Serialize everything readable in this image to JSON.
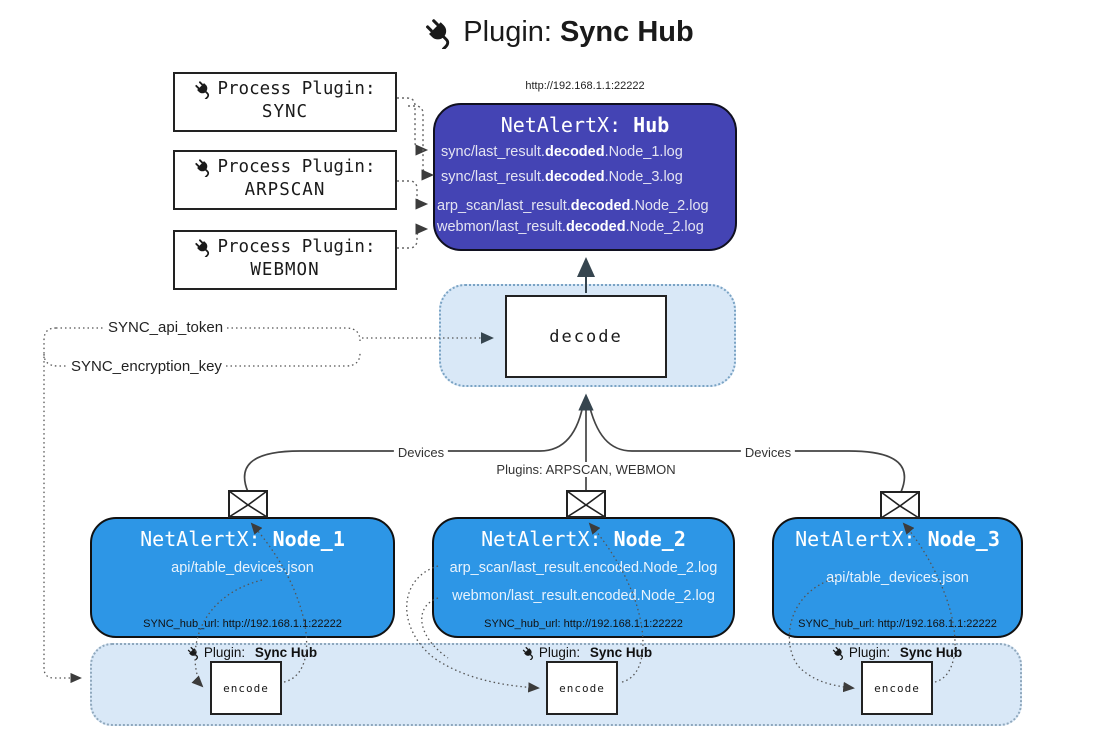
{
  "title": {
    "prefix": "Plugin:",
    "name": "Sync Hub"
  },
  "process_plugins": [
    {
      "label": "Process Plugin:",
      "name": "SYNC"
    },
    {
      "label": "Process Plugin:",
      "name": "ARPSCAN"
    },
    {
      "label": "Process Plugin:",
      "name": "WEBMON"
    }
  ],
  "hub": {
    "url": "http://192.168.1.1:22222",
    "title_prefix": "NetAlertX:",
    "title_name": "Hub",
    "files": [
      {
        "pre": "sync/last_result.",
        "mid": "decoded",
        "post": ".Node_1.log"
      },
      {
        "pre": "sync/last_result.",
        "mid": "decoded",
        "post": ".Node_3.log"
      },
      {
        "pre": "arp_scan/last_result.",
        "mid": "decoded",
        "post": ".Node_2.log"
      },
      {
        "pre": "webmon/last_result.",
        "mid": "decoded",
        "post": ".Node_2.log"
      }
    ]
  },
  "decode": {
    "label": "decode"
  },
  "config": {
    "api_token_label": "SYNC_api_token",
    "encryption_key_label": "SYNC_encryption_key"
  },
  "edges": {
    "devices_left": "Devices",
    "plugins_mid": "Plugins: ARPSCAN, WEBMON",
    "devices_right": "Devices"
  },
  "nodes": [
    {
      "title_prefix": "NetAlertX:",
      "title_name": "Node_1",
      "files": [
        "api/table_devices.json"
      ],
      "hub_url": "SYNC_hub_url: http://192.168.1.1:22222"
    },
    {
      "title_prefix": "NetAlertX:",
      "title_name": "Node_2",
      "files": [
        "arp_scan/last_result.encoded.Node_2.log",
        "webmon/last_result.encoded.Node_2.log"
      ],
      "hub_url": "SYNC_hub_url: http://192.168.1.1:22222"
    },
    {
      "title_prefix": "NetAlertX:",
      "title_name": "Node_3",
      "files": [
        "api/table_devices.json"
      ],
      "hub_url": "SYNC_hub_url: http://192.168.1.1:22222"
    }
  ],
  "sync_bar": {
    "plugin_label": "Plugin:",
    "plugin_name": "Sync Hub",
    "encode_label": "encode"
  },
  "colors": {
    "hub_fill": "#4444b4",
    "node_fill": "#2d96e6",
    "panel_fill": "#d9e8f7",
    "panel_border": "#7aa3c4",
    "arrow_dark": "#36454f",
    "box_border": "#222222"
  }
}
